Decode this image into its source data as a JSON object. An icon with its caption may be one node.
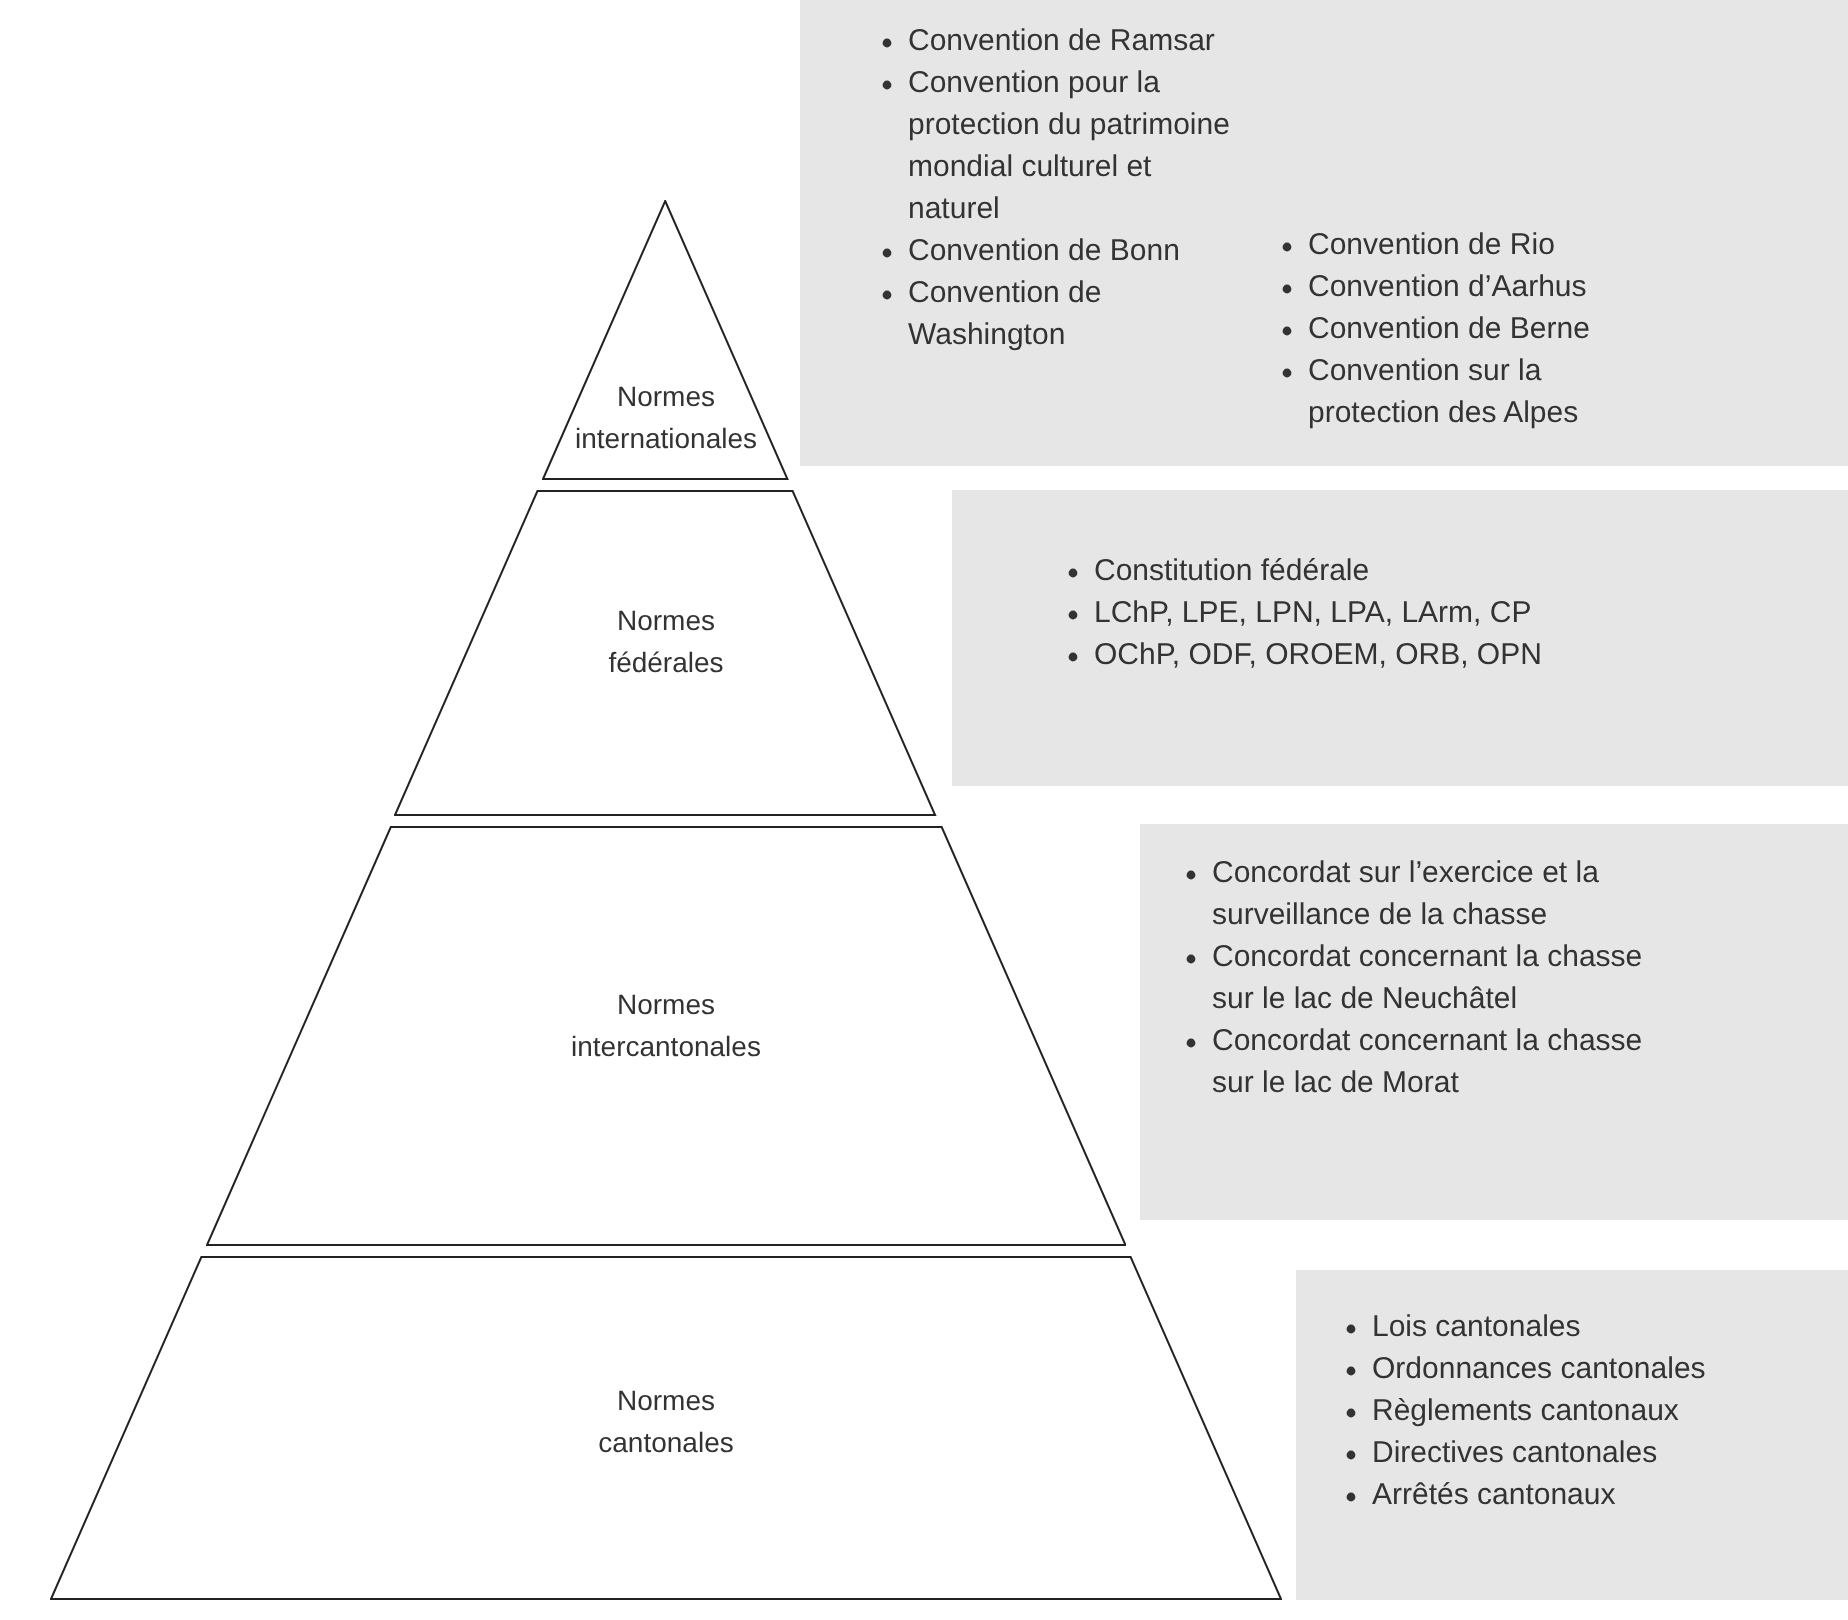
{
  "diagram": {
    "nodes": [
      {
        "text": [
          "Normes internationales"
        ]
      },
      {
        "text": [
          "Convention de Ramsar",
          "Convention pour la protection du patrimoine mondial culturel et naturel",
          "Convention de Bonn",
          "Convention de Washington",
          "Convention de Rio",
          "Convention d’Aarhus",
          "Convention de Berne",
          "Convention sur la protection des Alpes"
        ]
      },
      {
        "text": [
          "Normes fédérales"
        ]
      },
      {
        "text": [
          "Constitution fédérale",
          "LChP, LPE, LPN, LPA, LArm, CP",
          "OChP, ODF, OROEM, ORB, OPN"
        ]
      },
      {
        "text": [
          "Normes intercantonales"
        ]
      },
      {
        "text": [
          "Concordat sur l’exercice et la surveillance de la chasse",
          "Concordat concernant la chasse sur le lac de Neuchâtel",
          "Concordat concernant la chasse sur le lac de Morat"
        ]
      },
      {
        "text": [
          "Normes cantonales"
        ]
      },
      {
        "text": [
          "Lois cantonales",
          "Ordonnances cantonales",
          "Règlements cantonaux",
          "Directives cantonales",
          "Arrêtés cantonaux"
        ]
      }
    ],
    "edges": []
  }
}
